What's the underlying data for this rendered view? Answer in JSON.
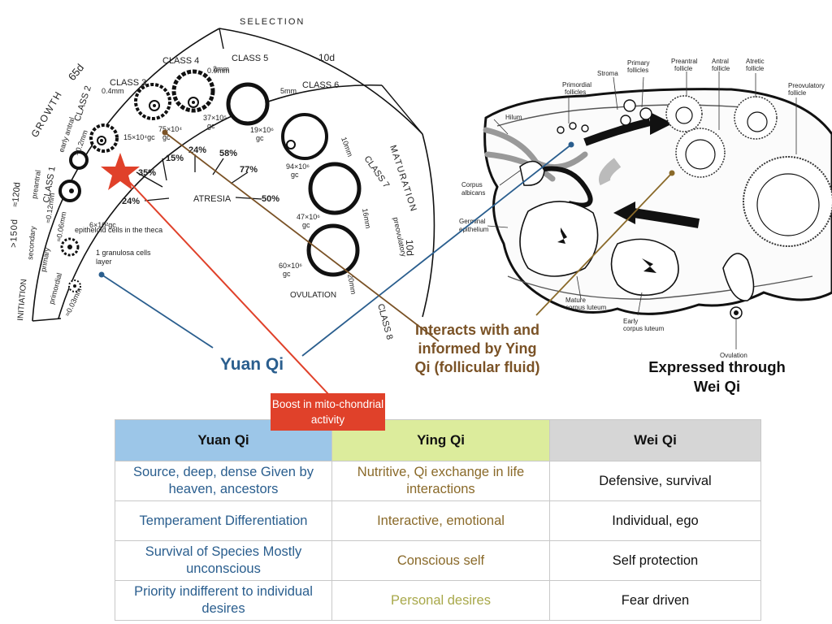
{
  "diagram": {
    "left": {
      "phases": [
        "INITIATION",
        ">150d",
        "≈120d",
        "GROWTH",
        "65d",
        "SELECTION",
        "10d",
        "MATURATION",
        "10d"
      ],
      "classes": [
        "CLASS 1",
        "CLASS 2",
        "CLASS 3",
        "CLASS 4",
        "CLASS 5",
        "CLASS 6",
        "CLASS 7",
        "CLASS 8"
      ],
      "stage_labels": [
        "primordial",
        "primary",
        "secondary",
        "preantral",
        "early antral",
        "preovulatory"
      ],
      "sizes": [
        "≈0.03mm",
        "≈0.06mm",
        "≈0.12mm",
        "≈0.2mm",
        "0.4mm",
        "0.9mm",
        "2mm",
        "5mm",
        "10mm",
        "16mm",
        "20mm"
      ],
      "cell_counts": [
        "6×10²gc",
        "15×10⁴gc",
        "75×10⁴gc",
        "37×10⁵gc",
        "19×10⁶gc",
        "94×10⁶gc",
        "47×10⁶gc",
        "60×10⁶gc"
      ],
      "percentages": [
        "24%",
        "58%",
        "15%",
        "35%",
        "77%",
        "24%",
        "50%"
      ],
      "notes": [
        "epitheloid cells in the theca",
        "1 granulosa cells layer",
        "ATRESIA",
        "OVULATION"
      ]
    },
    "right": {
      "labels": [
        "Primordial follicles",
        "Stroma",
        "Primary follicles",
        "Preantral follicle",
        "Antral follicle",
        "Atretic follicle",
        "Preovulatory follicle",
        "Hilum",
        "Corpus albicans",
        "Germinal epithelium",
        "Mature corpus luteum",
        "Early corpus luteum",
        "Ovulation"
      ]
    }
  },
  "labels": {
    "yuan": "Yuan Qi",
    "ying": "Interacts with and informed by Ying Qi (follicular fluid)",
    "wei": "Expressed through Wei Qi",
    "boost": "Boost in mito-chondrial activity"
  },
  "colors": {
    "yuan": "#2a5e8e",
    "ying": "#8a6a2a",
    "boost": "#e0412a"
  },
  "table": {
    "headers": [
      "Yuan Qi",
      "Ying Qi",
      "Wei Qi"
    ],
    "rows": [
      [
        "Source, deep, dense Given by heaven, ancestors",
        "Nutritive, Qi exchange in life interactions",
        "Defensive, survival"
      ],
      [
        "Temperament Differentiation",
        "Interactive, emotional",
        "Individual, ego"
      ],
      [
        "Survival of Species Mostly unconscious",
        "Conscious self",
        "Self protection"
      ],
      [
        "Priority indifferent to individual desires",
        "Personal desires",
        "Fear driven"
      ]
    ]
  }
}
